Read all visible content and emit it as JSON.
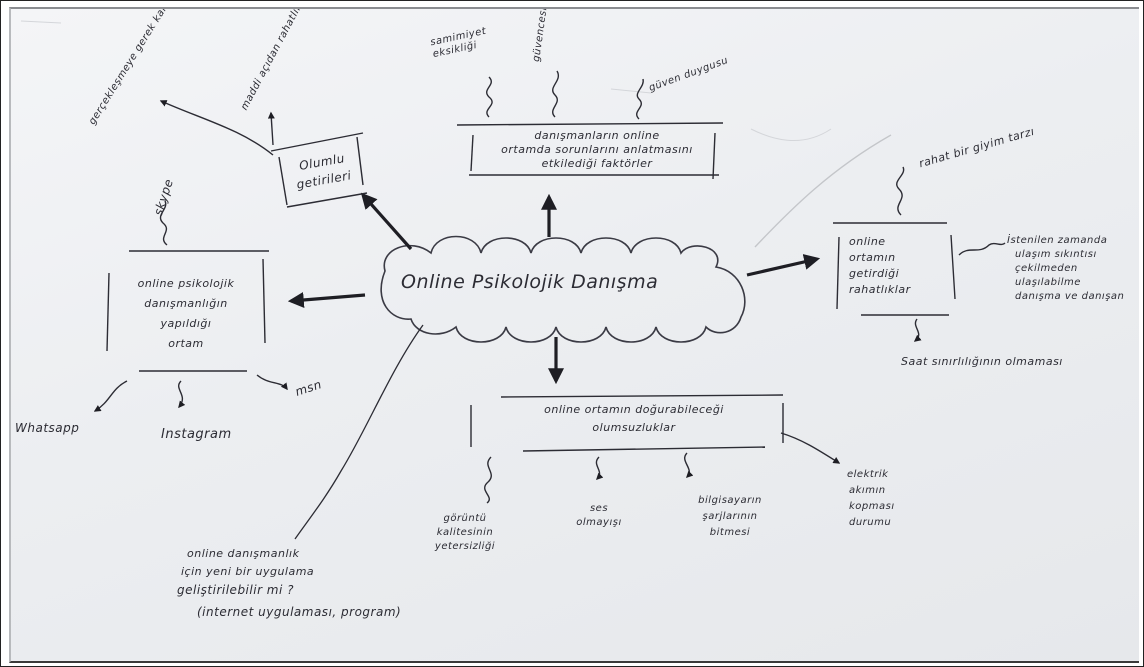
{
  "center": {
    "label": "Online Psikolojik Danışma"
  },
  "topics": {
    "factors": {
      "line1": "danışmanların online",
      "line2": "ortamda sorunlarını anlatmasını",
      "line3": "etkilediği faktörler",
      "sub": [
        "samimiyet eksikliği",
        "güvencesizliği",
        "güven duygusu"
      ]
    },
    "history": {
      "line1": "Olumlu",
      "line2": "getirileri",
      "sub": [
        "maddi açıdan rahatlık",
        "gerçekleşmeye gerek kalmama"
      ]
    },
    "environment": {
      "line1": "online psikolojik",
      "line2": "danışmanlığın",
      "line3": "yapıldığı",
      "line4": "ortam",
      "sub": [
        "skype",
        "Whatsapp",
        "Instagram",
        "msn"
      ]
    },
    "comforts": {
      "line1": "online",
      "line2": "ortamın",
      "line3": "getirdiği",
      "line4": "rahatlıklar",
      "top": "rahat bir giyim tarzı",
      "right1": "İstenilen zamanda",
      "right2": "ulaşım sıkıntısı",
      "right3": "çekilmeden",
      "right4": "ulaşılabilme",
      "right5": "danışma ve danışan",
      "bottom": "Saat sınırlılığının olmaması"
    },
    "disadvantages": {
      "line1": "online ortamın doğurabileceği",
      "line2": "olumsuzluklar",
      "sub1": [
        "görüntü",
        "kalitesinin",
        "yetersizliği"
      ],
      "sub2": [
        "ses",
        "olmayışı"
      ],
      "sub3": [
        "bilgisayarın",
        "şarjlarının",
        "bitmesi"
      ],
      "sub4": [
        "elektrik",
        "akımın",
        "kopması",
        "durumu"
      ]
    },
    "question": {
      "line1": "online danışmanlık",
      "line2": "için yeni bir uygulama",
      "line3": "geliştirilebilir mi ?",
      "line4": "(internet uygulaması, program)"
    }
  }
}
